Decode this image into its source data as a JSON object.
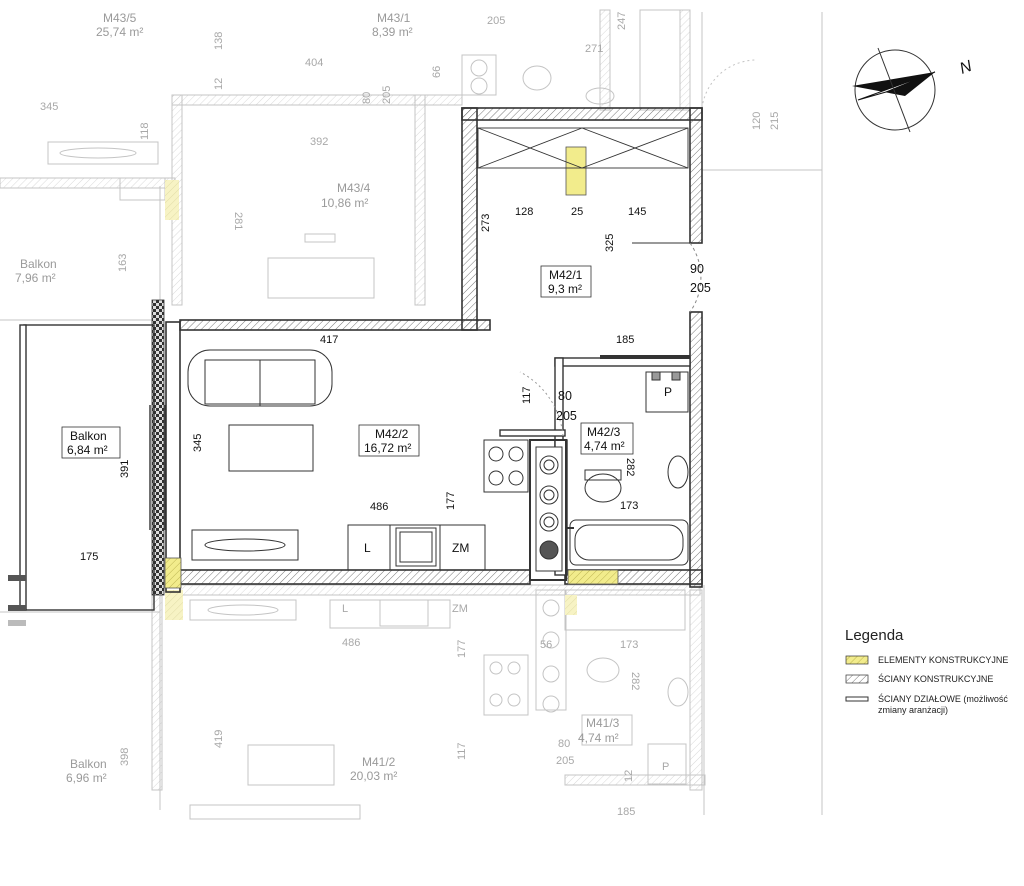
{
  "rooms": {
    "m42_1": {
      "code": "M42/1",
      "area": "9,3 m²"
    },
    "m42_2": {
      "code": "M42/2",
      "area": "16,72 m²"
    },
    "m42_3": {
      "code": "M42/3",
      "area": "4,74 m²"
    },
    "balkon_main": {
      "code": "Balkon",
      "area": "6,84 m²"
    },
    "m43_5": {
      "code": "M43/5",
      "area": "25,74 m²"
    },
    "m43_1": {
      "code": "M43/1",
      "area": "8,39 m²"
    },
    "m43_4": {
      "code": "M43/4",
      "area": "10,86 m²"
    },
    "balkon_top": {
      "code": "Balkon",
      "area": "7,96 m²"
    },
    "m41_3": {
      "code": "M41/3",
      "area": "4,74 m²"
    },
    "m41_2": {
      "code": "M41/2",
      "area": "20,03 m²"
    },
    "balkon_bottom": {
      "code": "Balkon",
      "area": "6,96 m²"
    }
  },
  "dims": {
    "d128": "128",
    "d25": "25",
    "d145": "145",
    "d273": "273",
    "d325": "325",
    "d90": "90",
    "d205a": "205",
    "d417": "417",
    "d185": "185",
    "d117": "117",
    "d80": "80",
    "d205b": "205",
    "d345": "345",
    "d391": "391",
    "d486": "486",
    "d177": "177",
    "d173": "173",
    "d282": "282",
    "d175": "175",
    "fixture_l": "L",
    "fixture_zm": "ZM",
    "fixture_p": "P"
  },
  "ghost_dims": {
    "g205": "205",
    "g247": "247",
    "g138": "138",
    "g271": "271",
    "g404": "404",
    "g66": "66",
    "g12": "12",
    "g80": "80",
    "g205b": "205",
    "g345": "345",
    "g118": "118",
    "g392": "392",
    "g281": "281",
    "g163": "163",
    "g120": "120",
    "g215": "215",
    "g486": "486",
    "g177": "177",
    "g56": "56",
    "g173": "173",
    "g282": "282",
    "g419": "419",
    "g398": "398",
    "g117": "117",
    "g80b": "80",
    "g205c": "205",
    "g12b": "12",
    "g185": "185",
    "gL": "L",
    "gZM": "ZM",
    "gP": "P"
  },
  "compass": {
    "north": "N"
  },
  "legend": {
    "title": "Legenda",
    "items": [
      {
        "label": "ELEMENTY KONSTRUKCYJNE"
      },
      {
        "label": "ŚCIANY KONSTRUKCYJNE"
      },
      {
        "label": "ŚCIANY DZIAŁOWE (możliwość"
      },
      {
        "label": "zmiany aranżacji)"
      }
    ]
  },
  "colors": {
    "structural_fill": "#f2ec8c",
    "wall": "#333333",
    "ghost": "#bdbdbd"
  }
}
